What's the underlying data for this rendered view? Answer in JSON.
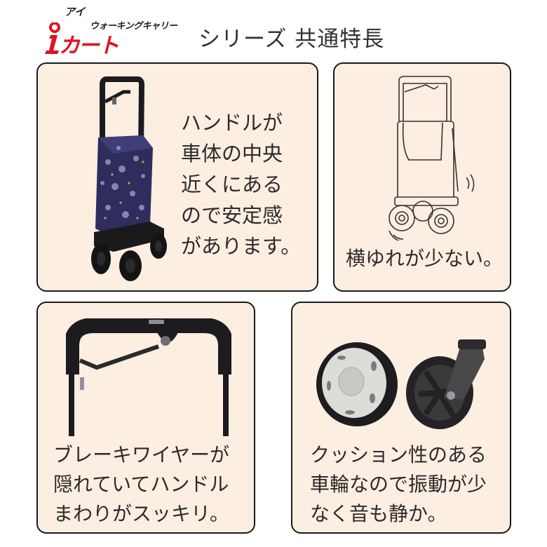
{
  "logo": {
    "kana_top": "アイ",
    "subtitle": "ウォーキングキャリー",
    "brand": "カート",
    "brand_color": "#e0141e"
  },
  "page_title": "シリーズ 共通特長",
  "panels": [
    {
      "id": "handle-center",
      "image": "shopping-cart-photo",
      "lines": [
        "ハンドルが",
        "車体の中央",
        "近くにある",
        "ので安定感",
        "があります。"
      ]
    },
    {
      "id": "low-sway",
      "image": "cart-line-drawing",
      "lines": [
        "横ゆれが少ない。"
      ]
    },
    {
      "id": "hidden-brake-wire",
      "image": "handle-photo",
      "lines": [
        "ブレーキワイヤーが",
        "隠れていてハンドル",
        "まわりがスッキリ。"
      ]
    },
    {
      "id": "cushion-wheels",
      "image": "wheels-photo",
      "lines": [
        "クッション性のある",
        "車輪なので振動が少",
        "なく音も静か。"
      ]
    }
  ],
  "colors": {
    "panel_bg": "#fdeee2",
    "panel_border": "#1a1a1a",
    "text": "#2b2b2b"
  }
}
